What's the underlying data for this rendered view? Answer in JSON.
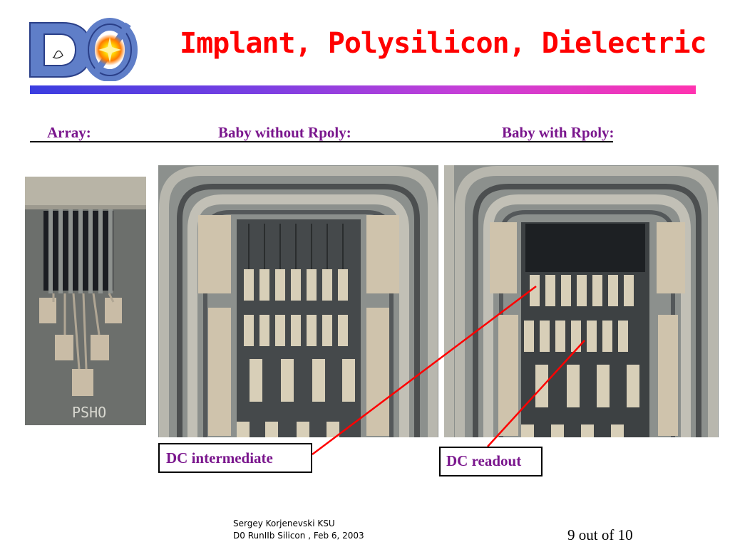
{
  "slide": {
    "title": "Implant, Polysilicon, Dielectric",
    "logo_text": "DØ",
    "colors": {
      "title": "#ff0000",
      "labels": "#7a168d",
      "arrows": "#ff0000"
    }
  },
  "headers": {
    "array": "Array:",
    "baby_without": "Baby without Rpoly:",
    "baby_with": "Baby with Rpoly:"
  },
  "photos": {
    "array_engraving": "PSHO"
  },
  "callouts": {
    "dc_intermediate": "DC intermediate",
    "dc_readout": "DC readout"
  },
  "footer": {
    "author": "Sergey Korjenevski KSU",
    "event": "D0 RunIIb Silicon ,  Feb 6, 2003",
    "page": "9 out of 10"
  }
}
